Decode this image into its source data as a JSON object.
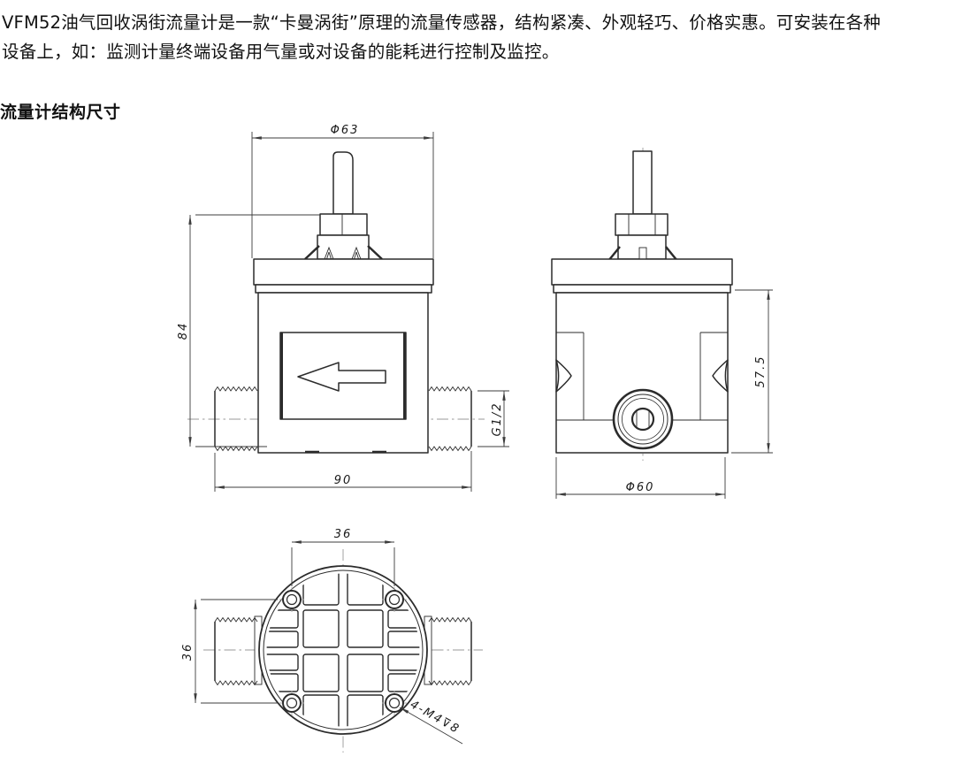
{
  "intro": {
    "lines": [
      "VFM52油气回收涡街流量计是一款“卡曼涡街”原理的流量传感器，结构紧凑、外观轻巧、价格实惠。可安装在各种",
      "设备上，如：监测计量终端设备用气量或对设备的能耗进行控制及监控。"
    ]
  },
  "section": {
    "title": "流量计结构尺寸"
  },
  "drawing": {
    "front_view": {
      "dim_diameter": "Φ63",
      "dim_height": "84",
      "dim_length": "90",
      "dim_thread": "G1/2"
    },
    "side_view": {
      "dim_height": "57.5",
      "dim_diameter": "Φ60"
    },
    "top_view": {
      "dim_spacing_x": "36",
      "dim_spacing_y": "36",
      "screw_spec": "4-M4⊽8"
    },
    "colors": {
      "line": "#2b2b2b",
      "centerline": "#9a9a9a",
      "dimension": "#3c3c3c"
    }
  }
}
